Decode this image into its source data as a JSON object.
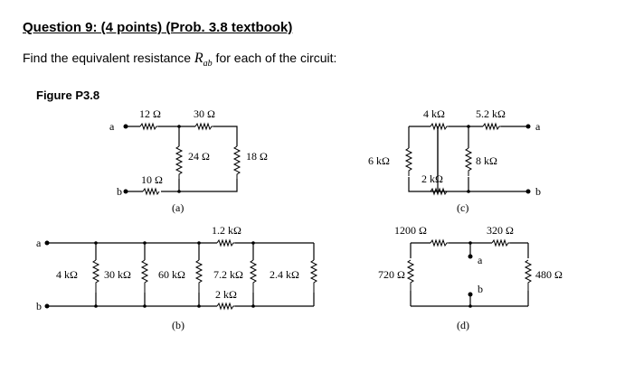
{
  "question": {
    "title": "Question 9: (4 points) (Prob. 3.8 textbook)",
    "prompt_before": "Find the equivalent resistance ",
    "var_main": "R",
    "var_sub": "ab",
    "prompt_after": " for each of the circuit:"
  },
  "figure": {
    "label": "Figure P3.8",
    "a": {
      "caption": "(a)",
      "r12": "12 Ω",
      "r30": "30 Ω",
      "r24": "24 Ω",
      "r18": "18 Ω",
      "r10": "10 Ω",
      "term_a": "a",
      "term_b": "b"
    },
    "b": {
      "caption": "(b)",
      "r4k": "4 kΩ",
      "r30k": "30 kΩ",
      "r60k": "60 kΩ",
      "r72k": "7.2 kΩ",
      "r24k": "2.4 kΩ",
      "r12k": "1.2 kΩ",
      "r2k": "2 kΩ",
      "term_a": "a",
      "term_b": "b"
    },
    "c": {
      "caption": "(c)",
      "r4k": "4 kΩ",
      "r52k": "5.2 kΩ",
      "r6k": "6 kΩ",
      "r2k": "2 kΩ",
      "r8k": "8 kΩ",
      "term_a": "a",
      "term_b": "b"
    },
    "d": {
      "caption": "(d)",
      "r1200": "1200 Ω",
      "r320": "320 Ω",
      "r720": "720 Ω",
      "r480": "480 Ω",
      "term_a": "a",
      "term_b": "b"
    }
  }
}
